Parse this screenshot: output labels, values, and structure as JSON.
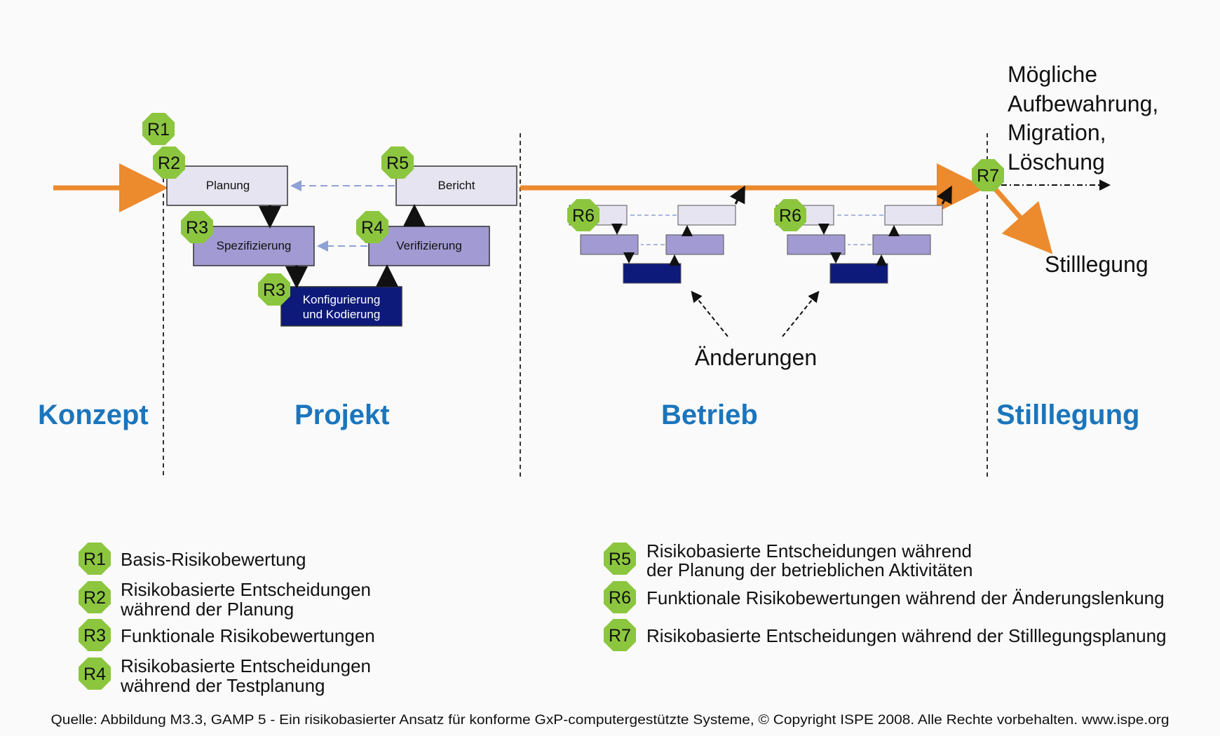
{
  "phases": {
    "konzept": "Konzept",
    "projekt": "Projekt",
    "betrieb": "Betrieb",
    "stilllegung": "Stilllegung"
  },
  "boxes": {
    "planung": "Planung",
    "bericht": "Bericht",
    "spezifizierung": "Spezifizierung",
    "verifizierung": "Verifizierung",
    "konfig_line1": "Konfigurierung",
    "konfig_line2": "und Kodierung"
  },
  "badges": {
    "r1": "R1",
    "r2": "R2",
    "r3": "R3",
    "r4": "R4",
    "r5": "R5",
    "r6": "R6",
    "r7": "R7"
  },
  "notes": {
    "moegliche_line1": "Mögliche",
    "moegliche_line2": "Aufbewahrung,",
    "moegliche_line3": "Migration,",
    "moegliche_line4": "Löschung",
    "stilllegung_branch": "Stilllegung",
    "aenderungen": "Änderungen"
  },
  "legend": {
    "r1": [
      "Basis-Risikobewertung"
    ],
    "r2": [
      "Risikobasierte Entscheidungen",
      "während der Planung"
    ],
    "r3": [
      "Funktionale Risikobewertungen"
    ],
    "r4": [
      "Risikobasierte Entscheidungen",
      "während der Testplanung"
    ],
    "r5": [
      "Risikobasierte Entscheidungen während",
      "der Planung der betrieblichen Aktivitäten"
    ],
    "r6": [
      "Funktionale Risikobewertungen während der Änderungslenkung"
    ],
    "r7": [
      "Risikobasierte Entscheidungen während der Stilllegungsplanung"
    ]
  },
  "source": "Quelle: Abbildung M3.3, GAMP 5 - Ein risikobasierter Ansatz für konforme GxP-computergestützte Systeme, © Copyright ISPE 2008. Alle Rechte vorbehalten. www.ispe.org",
  "colors": {
    "timeline": "#ec8a2e",
    "phase_text": "#1b75bc",
    "badge": "#8cc63f",
    "box_light": "#e6e4f0",
    "box_mid": "#a29ad2",
    "box_dark": "#0e1a7a",
    "dashed_arrow": "#8ea2d6"
  }
}
